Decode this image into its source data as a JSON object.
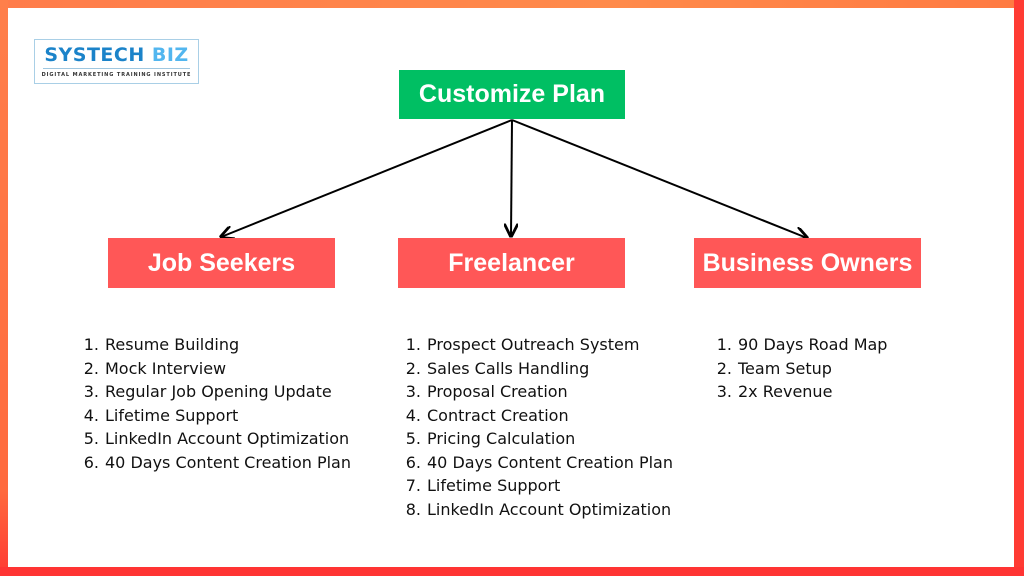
{
  "logo": {
    "brand_primary": "SYSTECH",
    "brand_secondary": "BIZ",
    "tagline": "DIGITAL MARKETING TRAINING INSTITUTE"
  },
  "diagram": {
    "root": {
      "label": "Customize Plan",
      "color": "#00bf63"
    },
    "children": [
      {
        "label": "Job Seekers",
        "color": "#ff5757",
        "items": [
          {
            "n": "1.",
            "text": "Resume Building"
          },
          {
            "n": "2.",
            "text": "Mock Interview"
          },
          {
            "n": "3.",
            "text": "Regular Job Opening Update"
          },
          {
            "n": "4.",
            "text": "Lifetime Support"
          },
          {
            "n": "5.",
            "text": "LinkedIn Account Optimization"
          },
          {
            "n": "6.",
            "text": "40 Days Content Creation Plan"
          }
        ]
      },
      {
        "label": "Freelancer",
        "color": "#ff5757",
        "items": [
          {
            "n": "1.",
            "text": "Prospect Outreach System"
          },
          {
            "n": "2.",
            "text": "Sales Calls Handling"
          },
          {
            "n": "3.",
            "text": "Proposal Creation"
          },
          {
            "n": "4.",
            "text": "Contract Creation"
          },
          {
            "n": "5.",
            "text": "Pricing Calculation"
          },
          {
            "n": "6.",
            "text": "40 Days Content Creation Plan"
          },
          {
            "n": "7.",
            "text": "Lifetime Support"
          },
          {
            "n": "8.",
            "text": "LinkedIn Account Optimization"
          }
        ]
      },
      {
        "label": "Business Owners",
        "color": "#ff5757",
        "items": [
          {
            "n": "1.",
            "text": "90 Days Road Map"
          },
          {
            "n": "2.",
            "text": "Team Setup"
          },
          {
            "n": "3.",
            "text": "2x Revenue"
          }
        ]
      }
    ]
  },
  "frame_colors": {
    "warm": "#ff7f4a",
    "hot": "#ff3a33"
  }
}
